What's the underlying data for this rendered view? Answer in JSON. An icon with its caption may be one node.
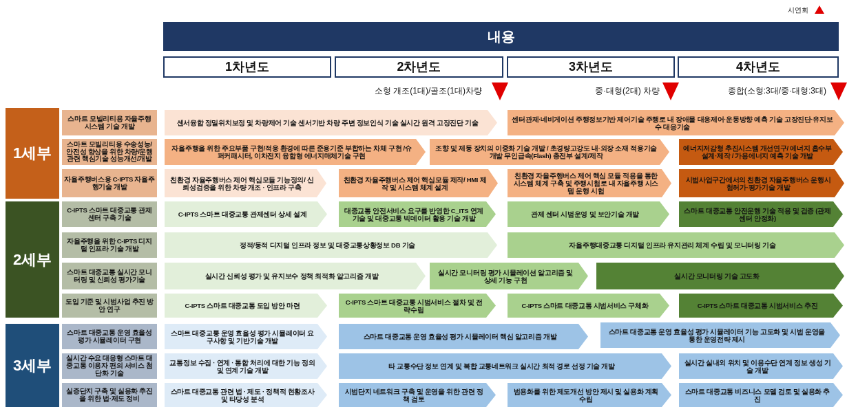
{
  "diagram": {
    "nodes": [
      {
        "text": [
          "내용"
        ]
      },
      {
        "text": [
          "1차년도"
        ]
      },
      {
        "text": [
          "2차년도"
        ]
      },
      {
        "text": [
          "3차년도"
        ]
      },
      {
        "text": [
          "4차년도"
        ]
      },
      {
        "text": [
          "1세부"
        ]
      },
      {
        "text": [
          "스마트 모빌리티용 자율주행 시스템 기술 개발"
        ]
      },
      {
        "text": [
          "센서융합 정밀위치보정 및 차량제어 기술 센서기반 차량 주변 정보인식 기술 실시간 원격 고장진단 기술"
        ]
      },
      {
        "text": [
          "센터관제·네비게이션 주행정보기반 제어기술 주행로 내 장애물 대응제어·운동방향 예측 기술 고장진단·유지보수 대응기술"
        ]
      },
      {
        "text": [
          "스마트 모빌리티용 수송성능/안전성 향상을 위한 차량/운행 관련 핵심기술 성능개선/개발"
        ]
      },
      {
        "text": [
          "자율주행을 위한 주요부품 구현/적응 환경에 따른 준용기준 부합하는 차체 구현 /슈퍼커패시터, 이차전지 융합형 에너지매체기술 구현"
        ]
      },
      {
        "text": [
          "조향 및 제동 장치의 이중화 기술 개발 / 초경량고강도 내·외장 소재 적용기술 개발 무인급속(Flash) 충전부 설계/제작"
        ]
      },
      {
        "text": [
          "에너지저감형 추진시스템 개선연구/ 에너지 흡수부 설계·제작 / 가용에너지 예측 기술 개발"
        ]
      },
      {
        "text": [
          "자율주행버스용 C-IPTS 자율주행기술 개발"
        ]
      },
      {
        "text": [
          "친환경 자율주행버스 제어 핵심모듈 기능정의/ 신뢰성검증을 위한 차량 개조 · 인프라 구축"
        ]
      },
      {
        "text": [
          "친환경 자율주행버스 제어 핵심모듈 제작/ HMI 제작 및 시스템 체계 설계"
        ]
      },
      {
        "text": [
          "친환경 자율주행버스 제어 핵심 모듈 적용을 통한 시스템 체계 구축 및 주행시험로 내 자율주행 시스템 운행 시험"
        ]
      },
      {
        "text": [
          "시범사업구간에서의 친환경 자율주행버스 운행시험허가·평가기술 개발"
        ]
      },
      {
        "text": [
          "2세부"
        ]
      },
      {
        "text": [
          "C-IPTS 스마트 대중교통 관제센터 구축 기술"
        ]
      },
      {
        "text": [
          "C-IPTS 스마트 대중교통 관제센터 상세 설계"
        ]
      },
      {
        "text": [
          "대중교통 안전서비스 요구를 반영한 C_ITS 연계 기술 및 대중교통 빅데이터 활용 기술 개발"
        ]
      },
      {
        "text": [
          "관제 센터 시범운영 및 보안기술 개발"
        ]
      },
      {
        "text": [
          "스마트 대중교통 안전운행 기술 적용 및 검증 (관제센터 안정화)"
        ]
      },
      {
        "text": [
          "자율주행을 위한 C-IPTS 디지털 인프라 기술 개발"
        ]
      },
      {
        "text": [
          "정적/동적 디지털 인프라 정보 및 대중교통상황정보 DB 기술"
        ]
      },
      {
        "text": [
          "자율주행대중교통 디지털 인프라 유지관리 체계 수립 및 모니터링 기술"
        ]
      },
      {
        "text": [
          "스마트 대중교통 실시간 모니터링 및 신뢰성 평가기술"
        ]
      },
      {
        "text": [
          "실시간 신뢰성 평가 및 유지보수 정책 최적화 알고리즘 개발"
        ]
      },
      {
        "text": [
          "실시간 모니터링 평가 시뮬레이션 알고리즘 및 상세 기능 구현"
        ]
      },
      {
        "text": [
          "실시간 모니터링 기술 고도화"
        ]
      },
      {
        "text": [
          "도입 기준 및 시범사업 추진 방안 연구"
        ]
      },
      {
        "text": [
          "C-IPTS 스마트 대중교통 도입 방안 마련"
        ]
      },
      {
        "text": [
          "C-IPTS 스마트 대중교통 시범서비스 절차 및 전략수립"
        ]
      },
      {
        "text": [
          "C-IPTS 스마트 대중교통 시범서비스 구체화"
        ]
      },
      {
        "text": [
          "C-IPTS 스마트 대중교통 시범서비스 추진"
        ]
      },
      {
        "text": [
          "3세부"
        ]
      },
      {
        "text": [
          "스마트 대중교통 운영 효율성 평가 시뮬레이터 구현"
        ]
      },
      {
        "text": [
          "스마트 대중교통 운영 효율성 평가 시뮬레이터 요구사항 및 기반기술 개발"
        ]
      },
      {
        "text": [
          "스마트 대중교통 운영 효율성 평가 시뮬레이터 핵심 알고리즘 개발"
        ]
      },
      {
        "text": [
          "스마트 대중교통 운영 효율성 평가 시뮬레이터 기능 고도화 및 시범 운영을 통한 운영전략 제시"
        ]
      },
      {
        "text": [
          "실시간 수요 대응형 스마트 대중교통 이용자 편의 서비스 첨단화 기술"
        ]
      },
      {
        "text": [
          "교통정보 수집 · 연계 · 통합 처리에 대한 기능 정의 및 연계 기술 개발"
        ]
      },
      {
        "text": [
          "타 교통수단 정보 연계 및 복합 교통네트워크 실시간 최적 경로 선정 기술 개발"
        ]
      },
      {
        "text": [
          "실시간 실내외 위치 및 이용수단 연계 정보 생성 기술 개발"
        ]
      },
      {
        "text": [
          "실증단지 구축 및 실용화 추진을 위한 법·제도 정비"
        ]
      },
      {
        "text": [
          "스마트 대중교통 관련 법 · 제도 · 정책적 현황조사 및 타당성 분석"
        ]
      },
      {
        "text": [
          "시범단지 네트워크 구축 및 운영을 위한 관련 정책 검토"
        ]
      },
      {
        "text": [
          "범용화를 위한 제도개선 방안 제시 및 실용화 계획 수립"
        ]
      },
      {
        "text": [
          "스마트 대중교통 비즈니스 모델 검토 및 실용화 추진"
        ]
      }
    ],
    "labels": [
      "소형 개조(1대)/골조(1대)차량",
      "중·대형(2대) 차량",
      "종합(소형:3대/중·대형:3대)"
    ],
    "legend": [
      {
        "text": "시연회"
      }
    ]
  }
}
